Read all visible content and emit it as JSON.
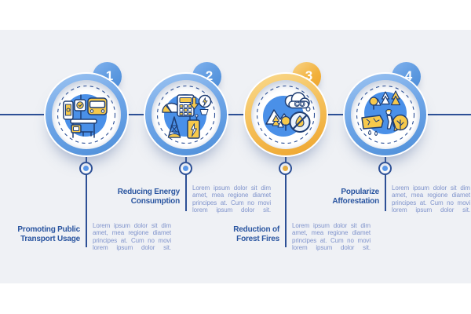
{
  "infographic": {
    "background_color": "#ffffff",
    "panel_color": "#eff1f5",
    "timeline_color": "#2d5096",
    "title_color": "#2a55a0",
    "description_color": "#8094cc",
    "accent_blue": "#5e9ae0",
    "accent_yellow": "#f2b13c",
    "icon_outline_color": "#1e3d73",
    "icon_yellow": "#f7c94b",
    "icon_blue": "#4a90e8",
    "description_lines": [
      "Lorem ipsum dolor sit dim",
      "amet, mea regione diamet",
      "principes at. Cum no movi",
      "lorem ipsum dolor sit."
    ],
    "steps": [
      {
        "number": "1",
        "accent": "blue",
        "icon": "public-transport-icon",
        "title_line1": "Promoting Public",
        "title_line2": "Transport Usage"
      },
      {
        "number": "2",
        "accent": "blue",
        "icon": "energy-consumption-icon",
        "title_line1": "Reducing Energy",
        "title_line2": "Consumption"
      },
      {
        "number": "3",
        "accent": "yellow",
        "icon": "forest-fires-icon",
        "title_line1": "Reduction of",
        "title_line2": "Forest Fires"
      },
      {
        "number": "4",
        "accent": "blue",
        "icon": "afforestation-icon",
        "title_line1": "Popularize",
        "title_line2": "Afforestation"
      }
    ]
  }
}
